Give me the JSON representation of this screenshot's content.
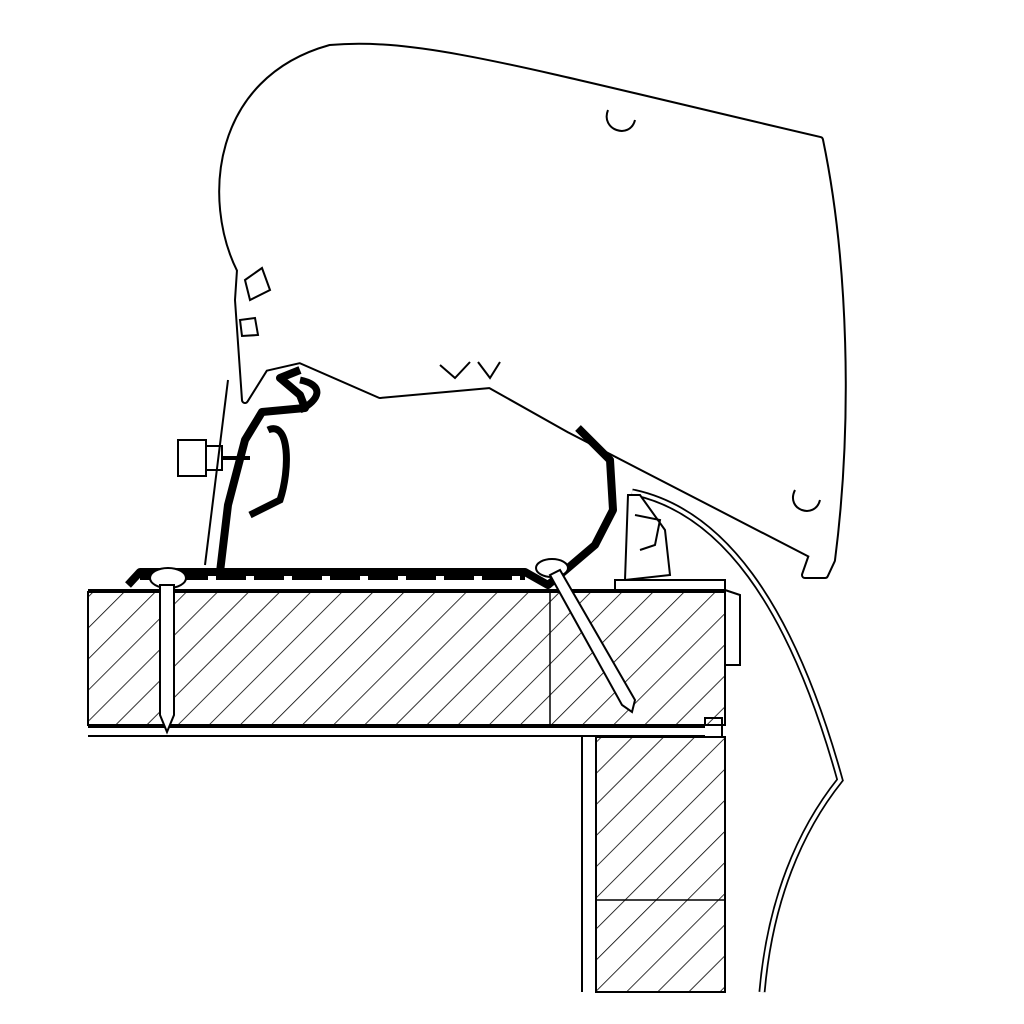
{
  "colors": {
    "line": "#000000",
    "background": "#ffffff",
    "adapter_profile": "#000000"
  },
  "parts": {
    "awning_case": "awning-case-icon",
    "roof_slab": "hatched-roof-section",
    "wall": "hatched-wall-section",
    "adapter": "adapter-rail-profile",
    "screws": "screw-icon"
  }
}
